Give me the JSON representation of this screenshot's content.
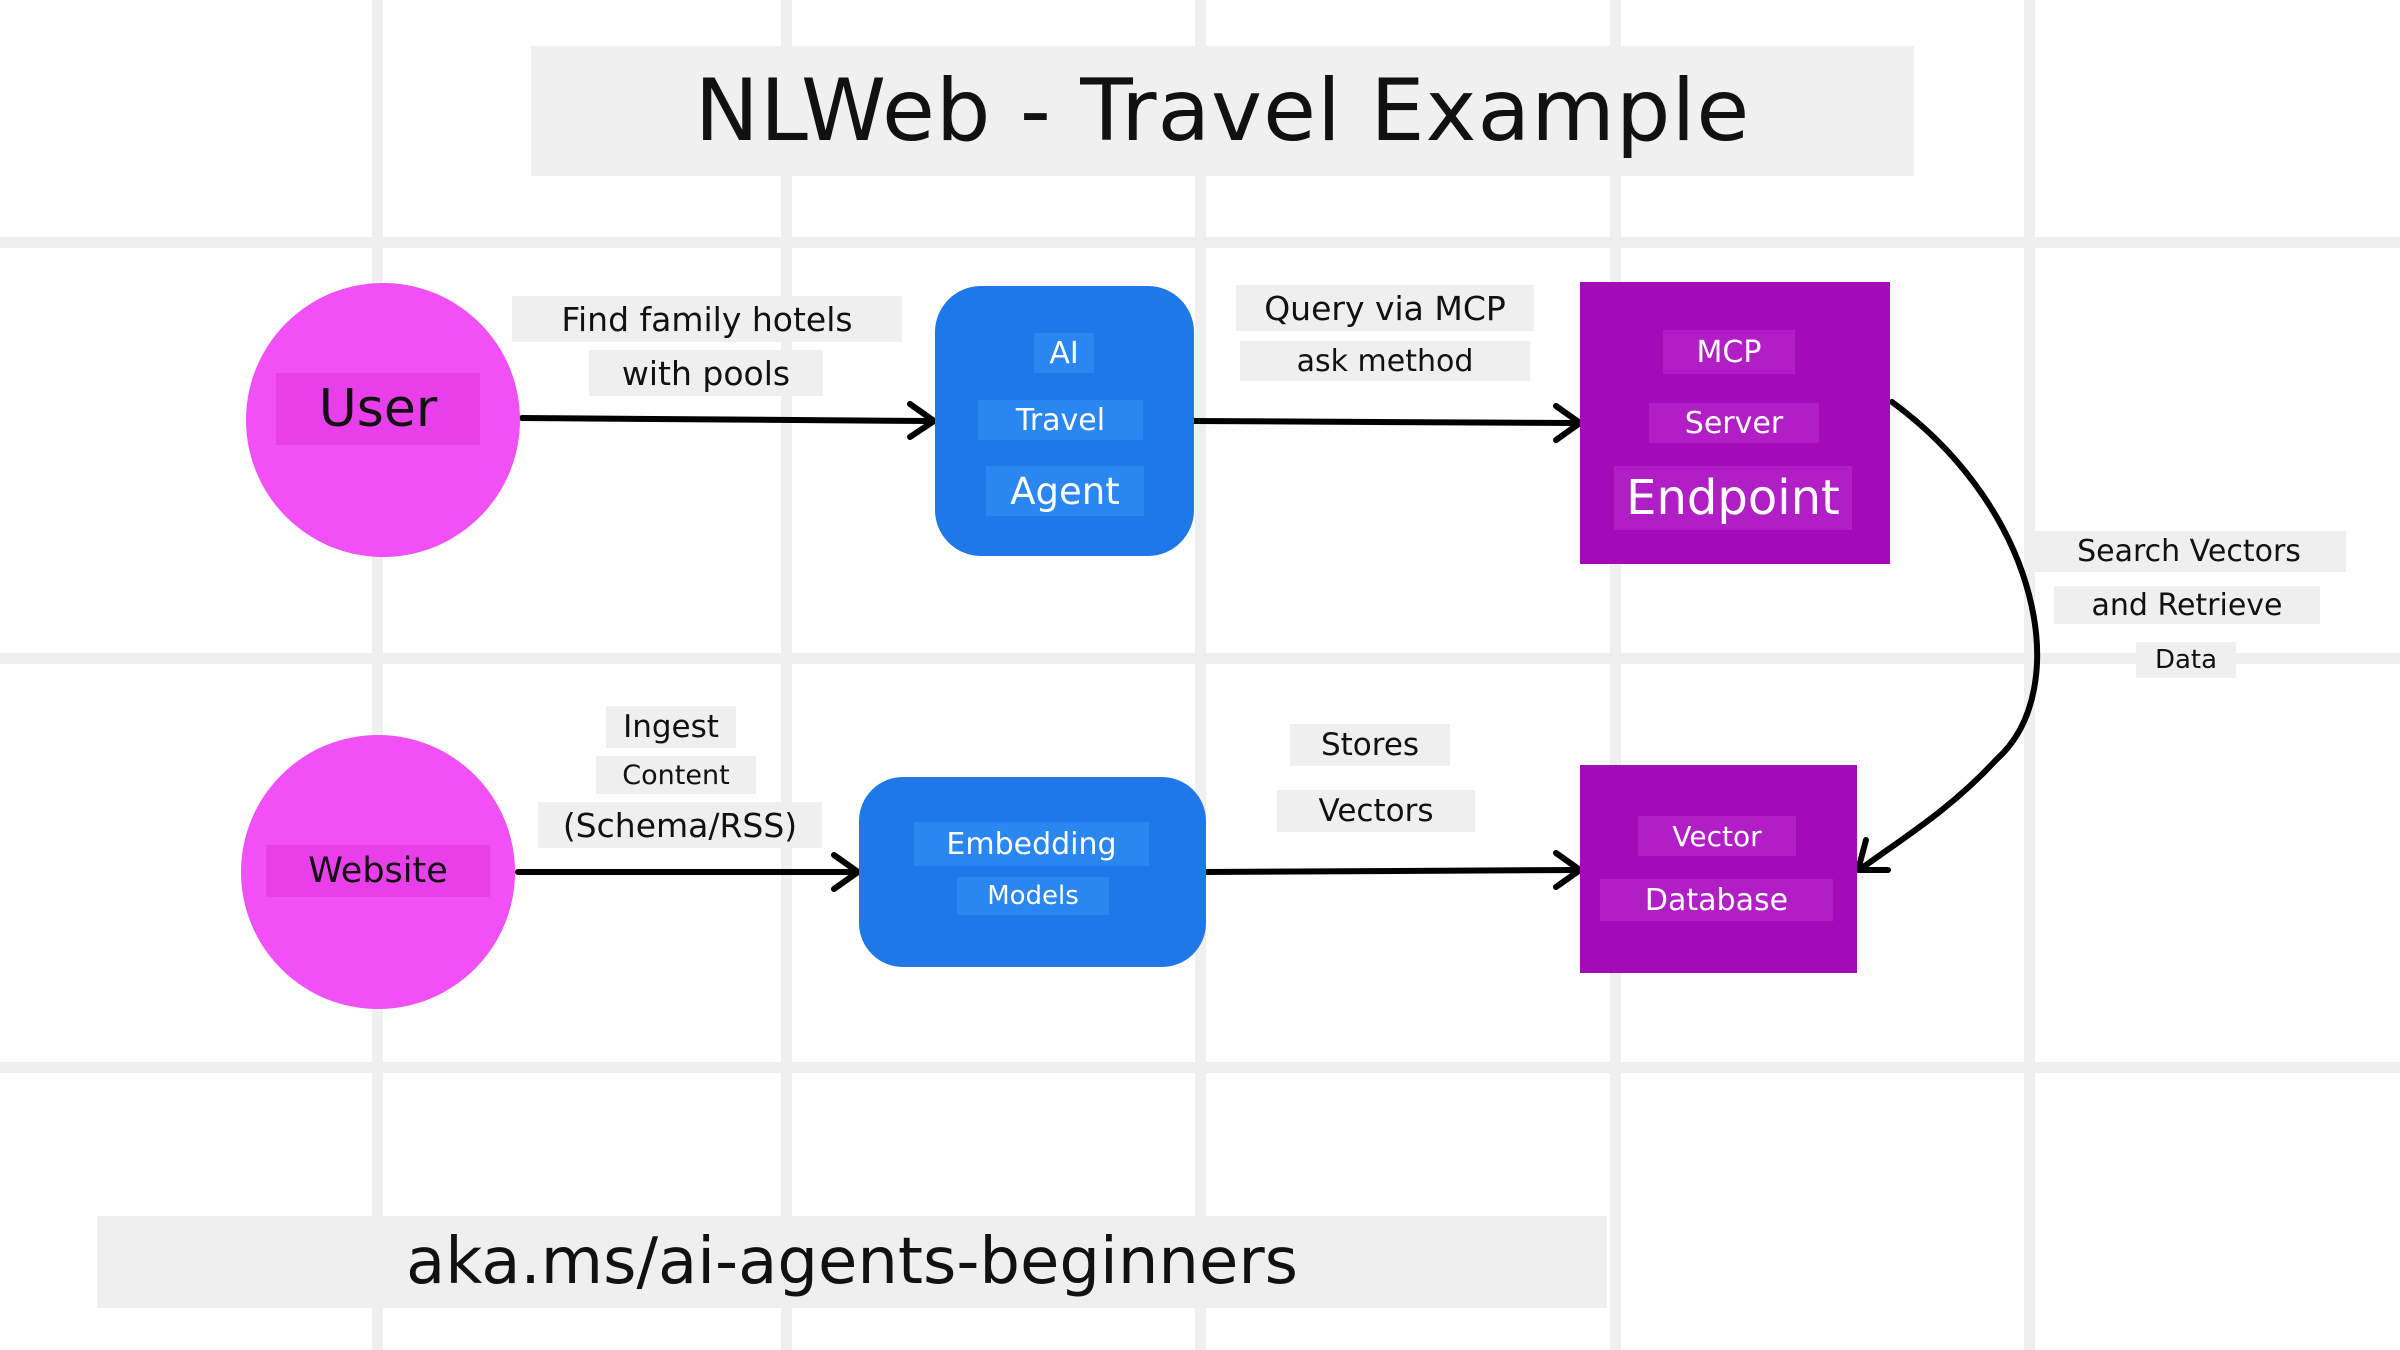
{
  "title": "NLWeb - Travel Example",
  "footer": "aka.ms/ai-agents-beginners",
  "nodes": {
    "user": "User",
    "website": "Website",
    "agent": [
      "AI",
      "Travel",
      "Agent"
    ],
    "mcp": [
      "MCP",
      "Server",
      "Endpoint"
    ],
    "embedding": [
      "Embedding",
      "Models"
    ],
    "vector_db": [
      "Vector",
      "Database"
    ]
  },
  "edges": {
    "user_to_agent": [
      "Find family hotels",
      "with pools"
    ],
    "agent_to_mcp": [
      "Query via MCP",
      "ask method"
    ],
    "mcp_to_db": [
      "Search Vectors",
      "and Retrieve",
      "Data"
    ],
    "website_to_embedding": [
      "Ingest",
      "Content",
      "(Schema/RSS)"
    ],
    "embedding_to_db": [
      "Stores",
      "Vectors"
    ]
  },
  "colors": {
    "person_node": "#f050f5",
    "agent_node": "#1f78e8",
    "server_node": "#a30ab8",
    "label_background": "#efefef"
  }
}
